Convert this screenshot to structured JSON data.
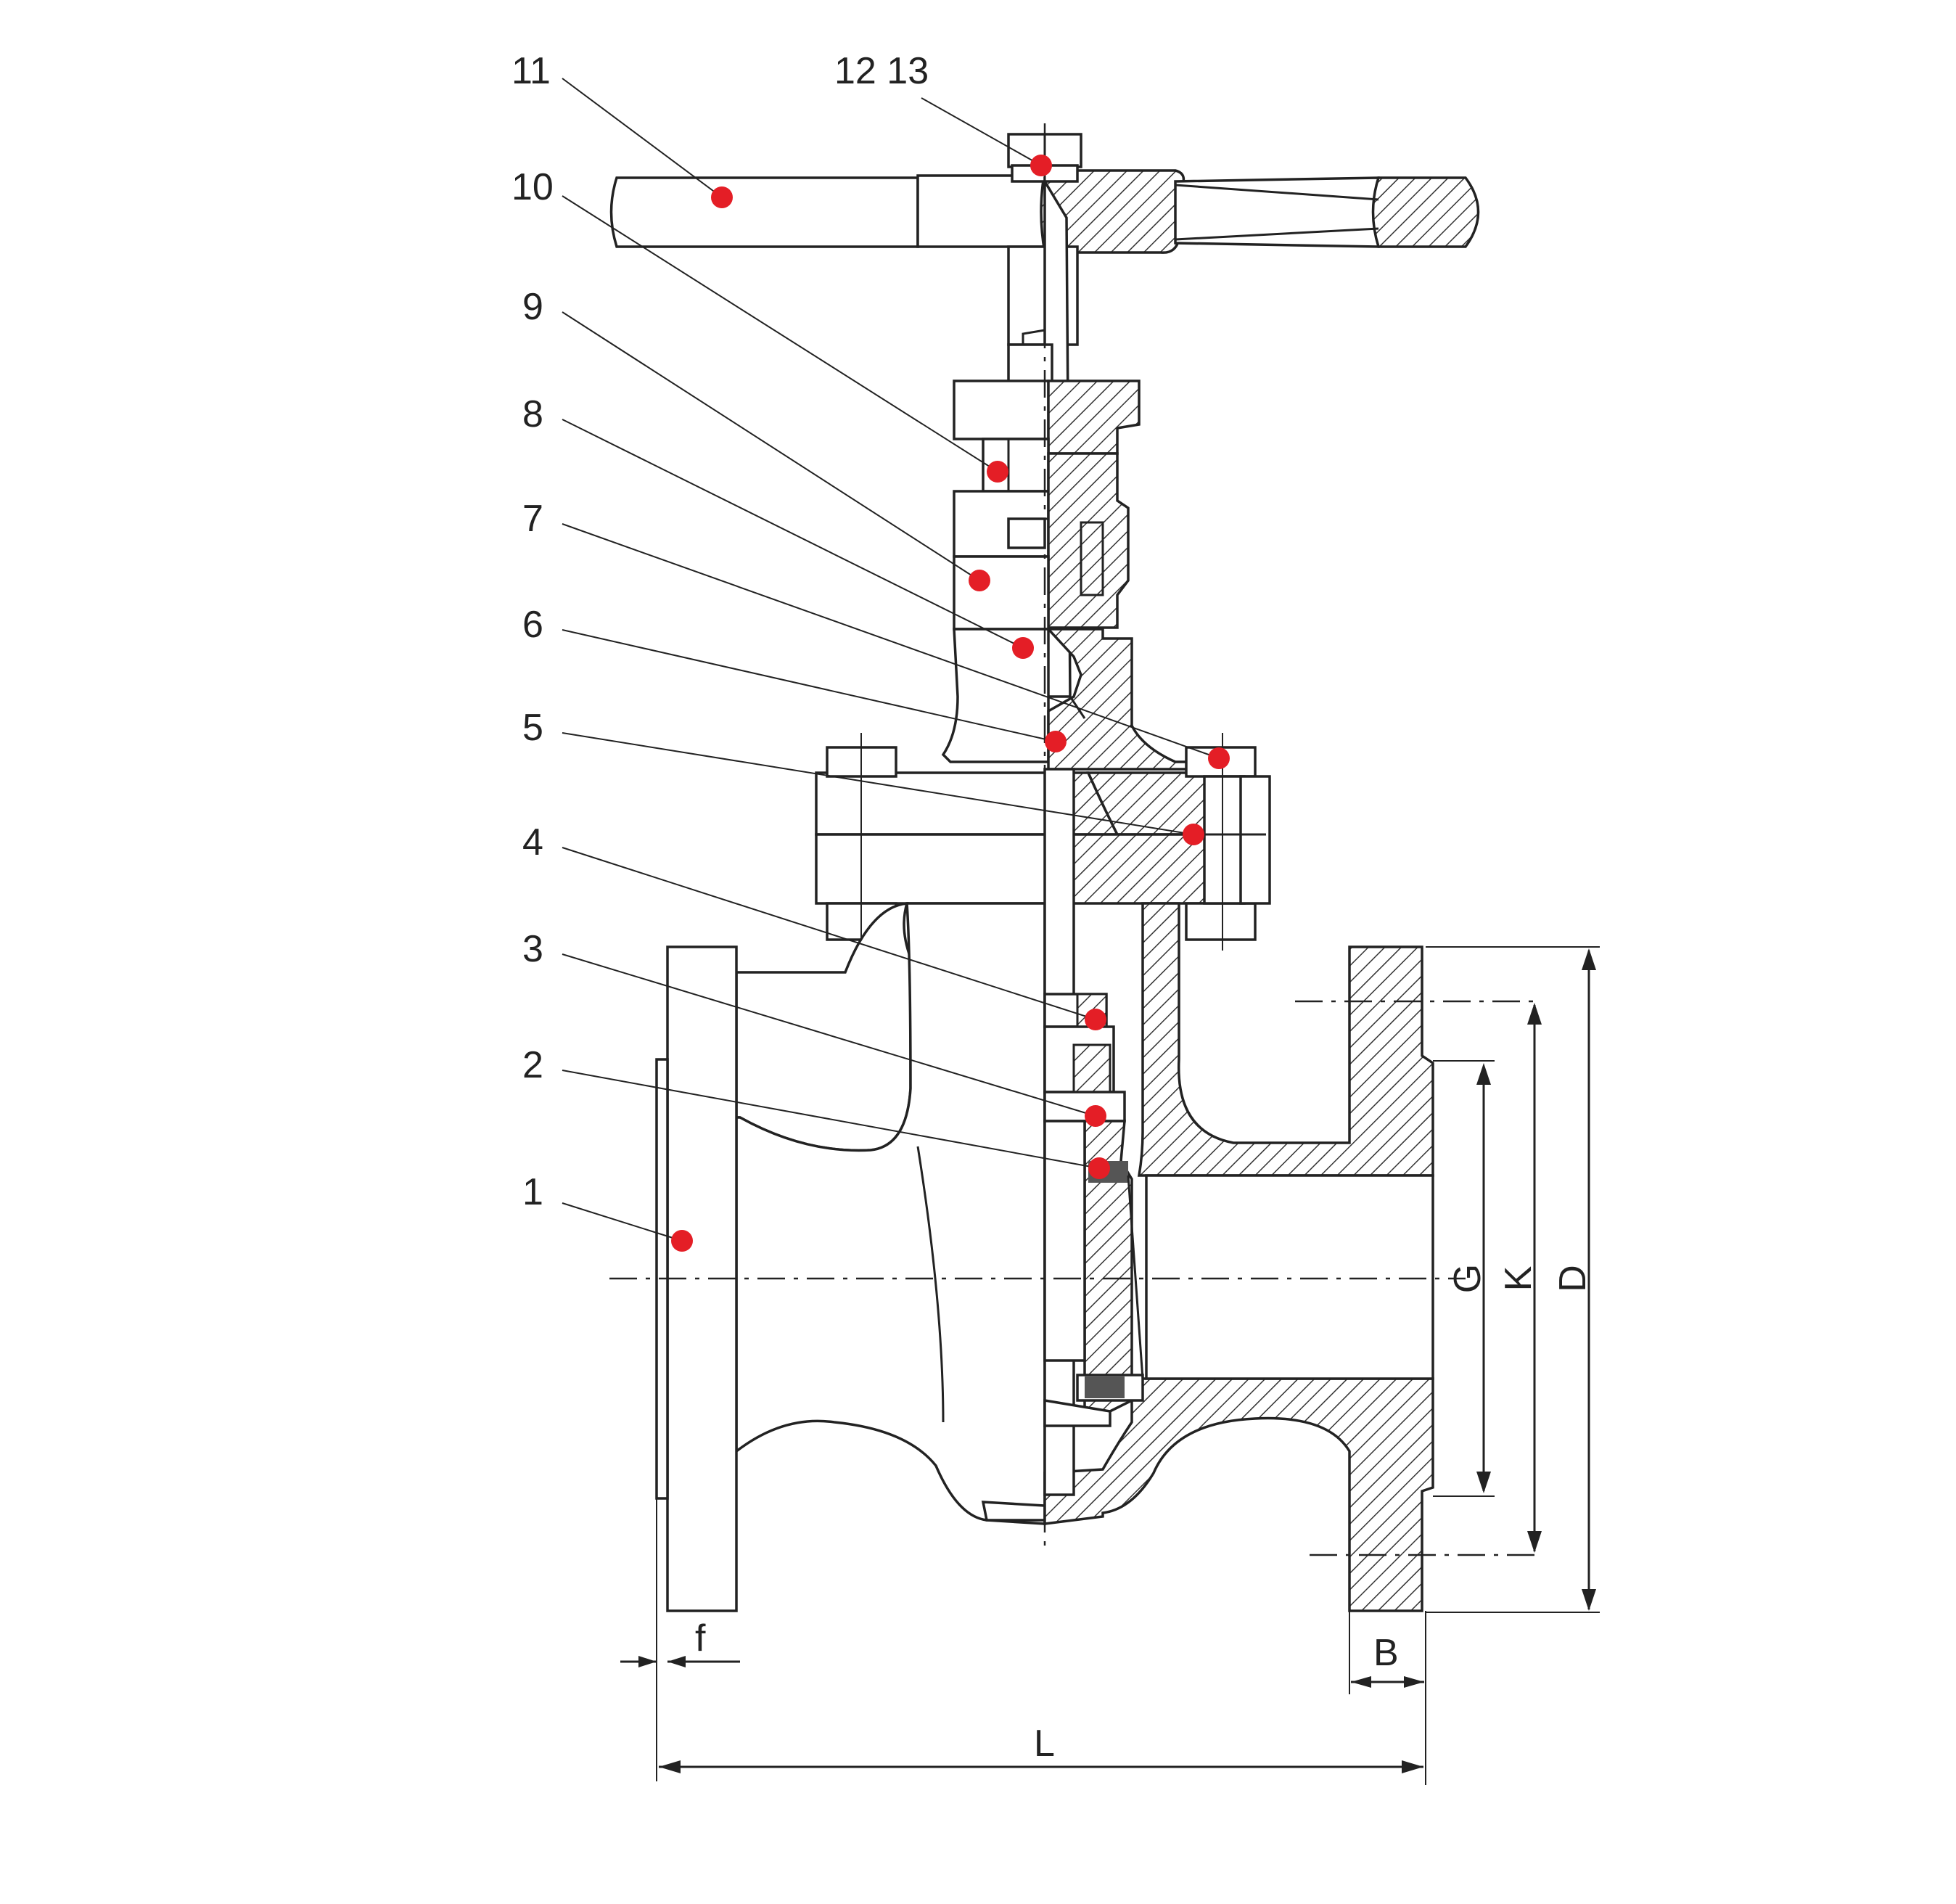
{
  "callouts": [
    {
      "id": "1",
      "label": "1"
    },
    {
      "id": "2",
      "label": "2"
    },
    {
      "id": "3",
      "label": "3"
    },
    {
      "id": "4",
      "label": "4"
    },
    {
      "id": "5",
      "label": "5"
    },
    {
      "id": "6",
      "label": "6"
    },
    {
      "id": "7",
      "label": "7"
    },
    {
      "id": "8",
      "label": "8"
    },
    {
      "id": "9",
      "label": "9"
    },
    {
      "id": "10",
      "label": "10"
    },
    {
      "id": "11",
      "label": "11"
    },
    {
      "id": "12-13",
      "label": "12 13"
    }
  ],
  "dimensions": {
    "f": "f",
    "B": "B",
    "L": "L",
    "G": "G",
    "K": "K",
    "D": "D"
  },
  "colors": {
    "marker": "#e41e26",
    "line": "#222222",
    "background": "#ffffff"
  }
}
